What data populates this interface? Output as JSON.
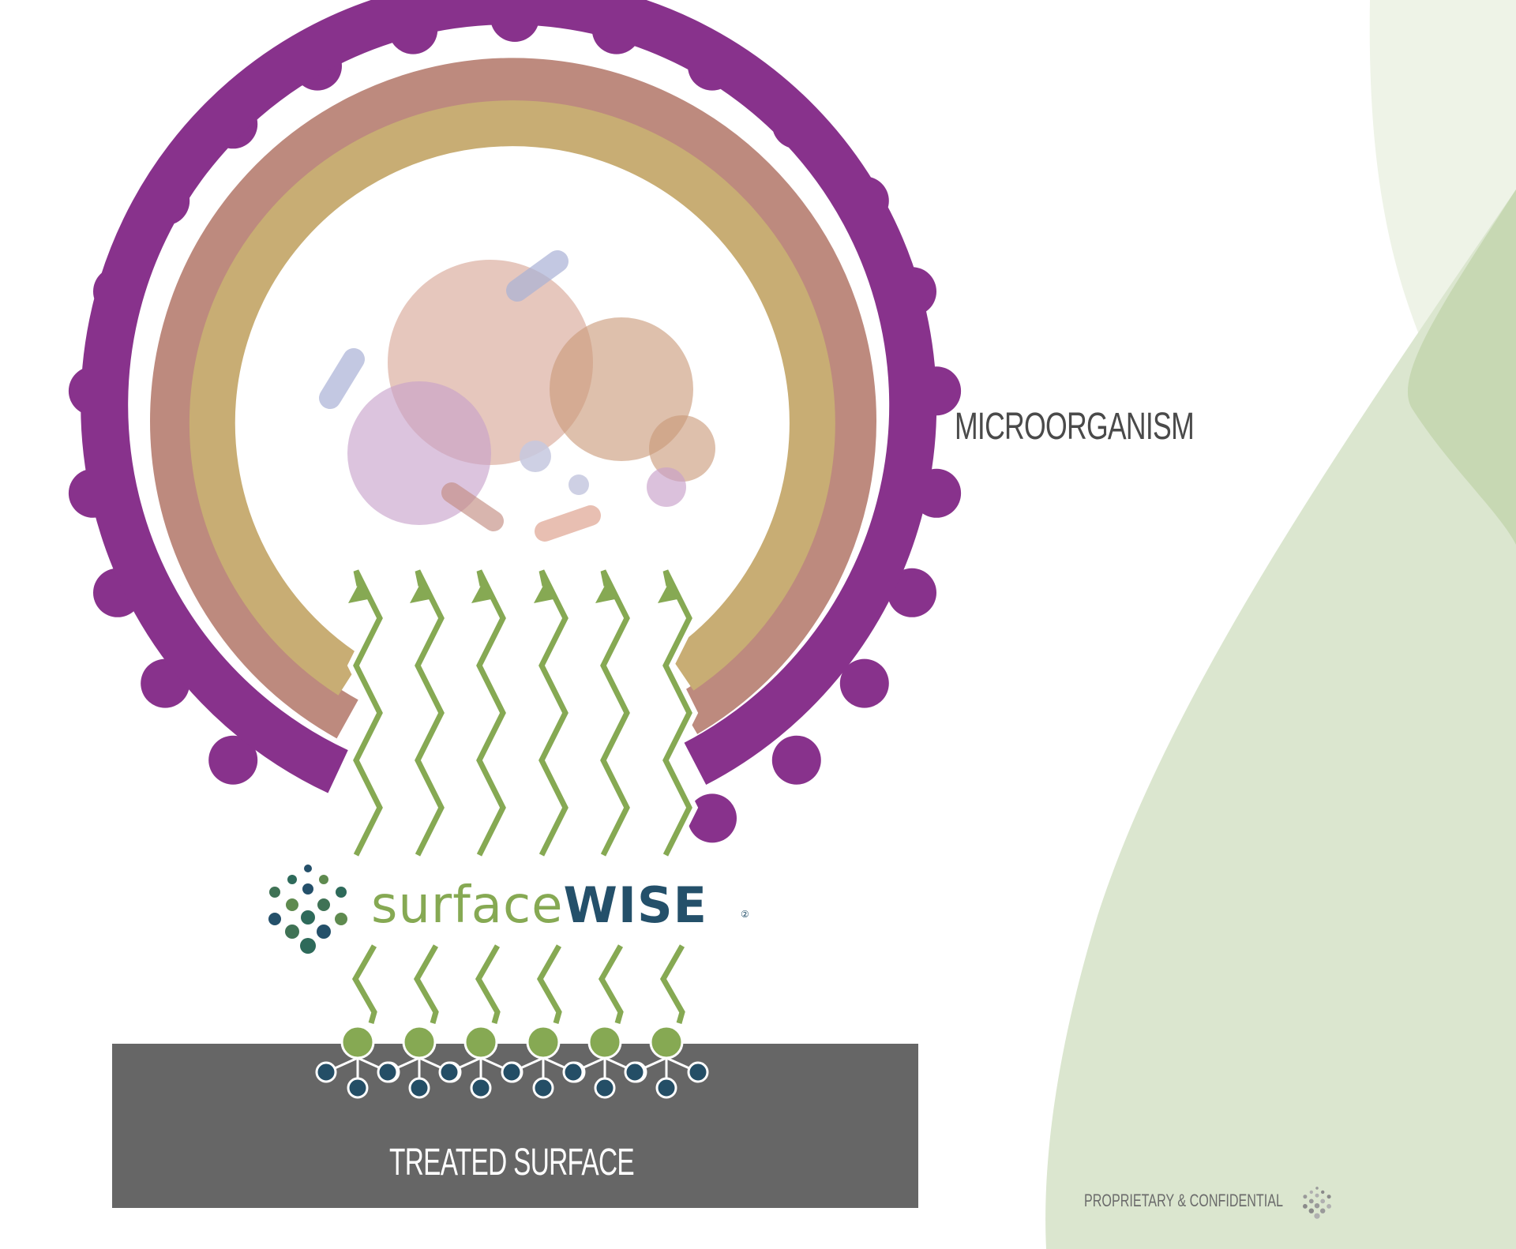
{
  "labels": {
    "microorganism": "MICROORGANISM",
    "treated_surface": "TREATED SURFACE",
    "footer": "PROPRIETARY & CONFIDENTIAL"
  },
  "brand": {
    "part1": "surface",
    "part2": "WISE",
    "mark": "②"
  },
  "colors": {
    "membrane": "#88328c",
    "ring_mid": "#bd8a7e",
    "ring_inner": "#c8ad74",
    "wave": "#86a953",
    "surface": "#666666",
    "node_green": "#86a953",
    "node_blue": "#244e66",
    "background_wave": "#dbe6cf",
    "brand_blue": "#24506a"
  },
  "icons": {
    "brand_logo": "dot-cluster-icon",
    "footer_logo": "dot-cluster-icon"
  }
}
